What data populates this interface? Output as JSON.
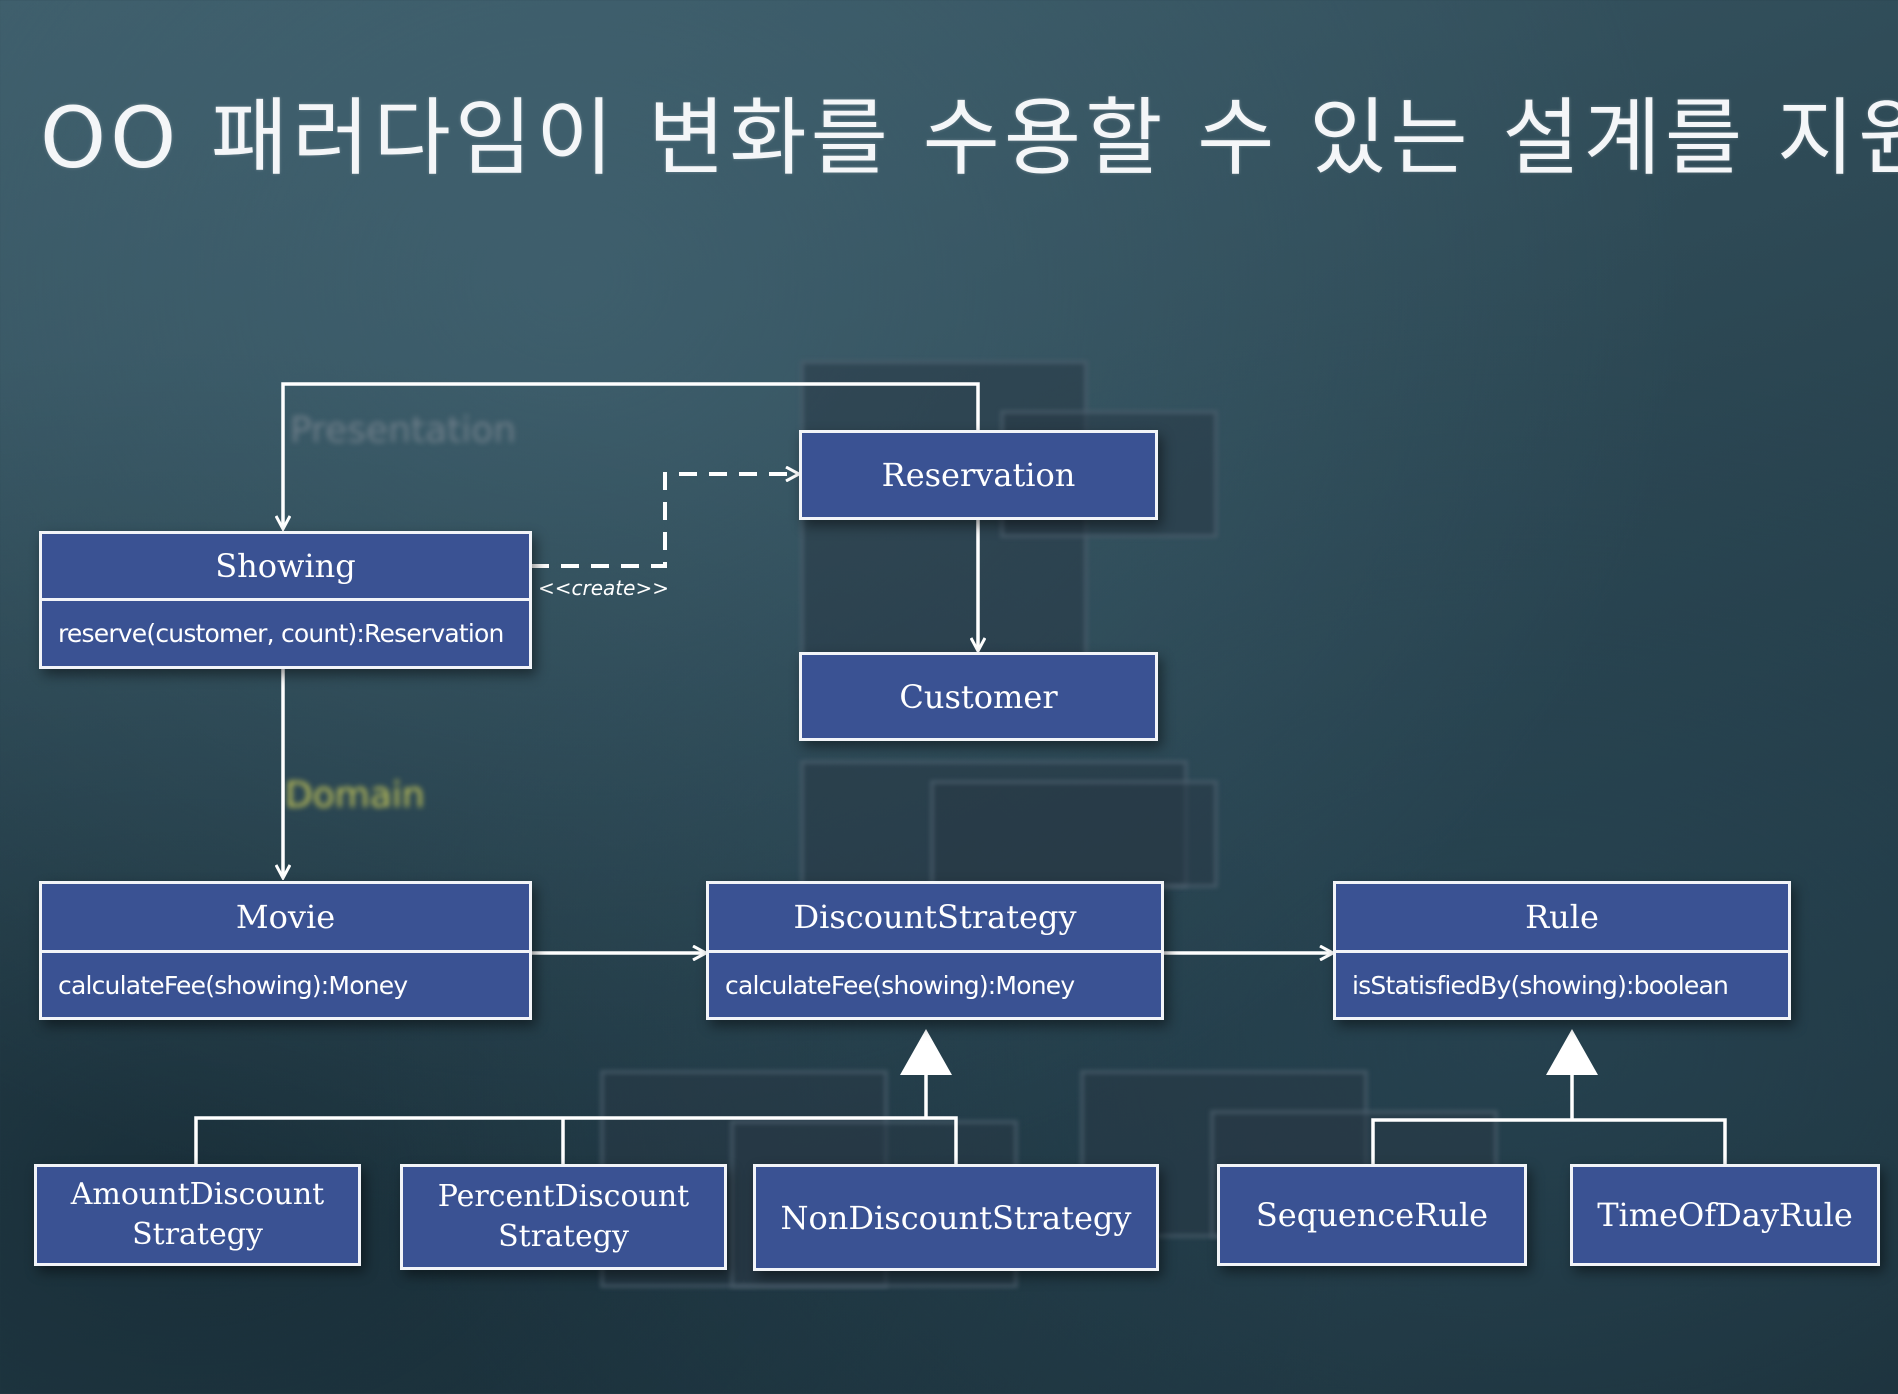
{
  "title": "OO 패러다임이 변화를 수용할 수 있는 설계를 지원",
  "background_labels": {
    "presentation": "Presentation",
    "domain": "Domain"
  },
  "classes": {
    "showing": {
      "name": "Showing",
      "method": "reserve(customer, count):Reservation"
    },
    "reservation": {
      "name": "Reservation"
    },
    "customer": {
      "name": "Customer"
    },
    "movie": {
      "name": "Movie",
      "method": "calculateFee(showing):Money"
    },
    "discount_strategy": {
      "name": "DiscountStrategy",
      "method": "calculateFee(showing):Money"
    },
    "rule": {
      "name": "Rule",
      "method": "isStatisfiedBy(showing):boolean"
    },
    "amount_discount_strategy": {
      "line1": "AmountDiscount",
      "line2": "Strategy"
    },
    "percent_discount_strategy": {
      "line1": "PercentDiscount",
      "line2": "Strategy"
    },
    "non_discount_strategy": {
      "name": "NonDiscountStrategy"
    },
    "sequence_rule": {
      "name": "SequenceRule"
    },
    "time_of_day_rule": {
      "name": "TimeOfDayRule"
    }
  },
  "stereotype": "<<create>>",
  "colors": {
    "class_fill": "#3a5293",
    "class_border": "#f2f4f8",
    "connector": "#ffffff",
    "background": "#2e4a56",
    "domain_label": "#c8c85a",
    "presentation_label": "#6f7f8a"
  }
}
